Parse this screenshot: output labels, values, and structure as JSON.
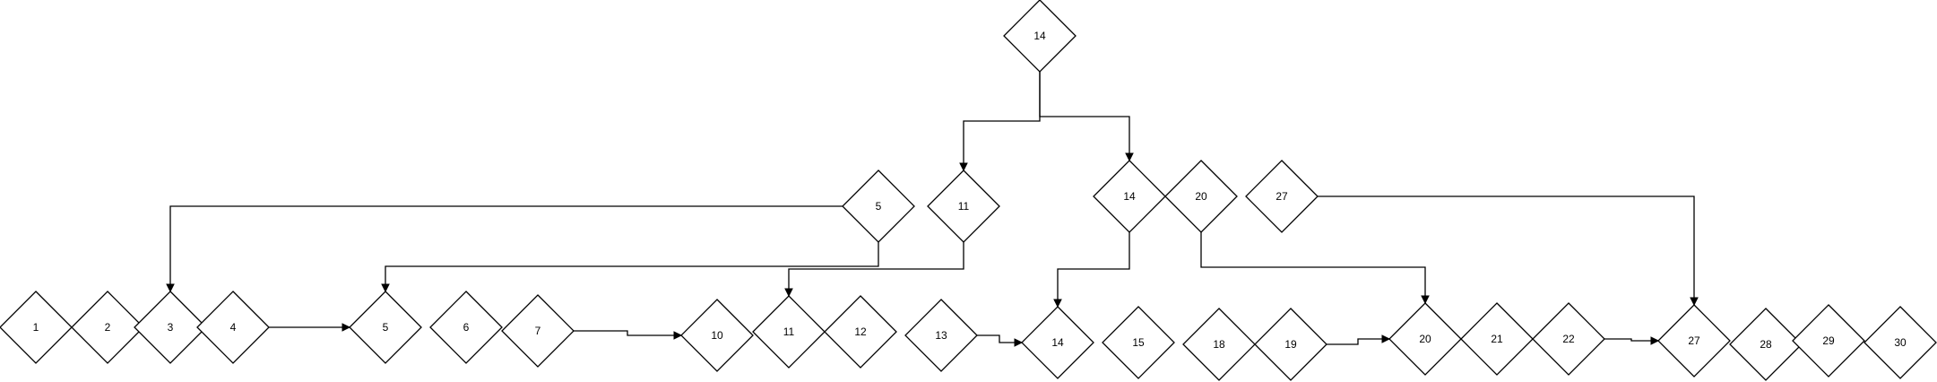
{
  "diagram": {
    "stroke_color": "#000000",
    "fill_color": "#ffffff",
    "nodes": [
      {
        "id": "top-14",
        "label": "14"
      },
      {
        "id": "mid-5",
        "label": "5"
      },
      {
        "id": "mid-11",
        "label": "11"
      },
      {
        "id": "mid-14",
        "label": "14"
      },
      {
        "id": "mid-20",
        "label": "20"
      },
      {
        "id": "mid-27",
        "label": "27"
      },
      {
        "id": "leaf-1",
        "label": "1"
      },
      {
        "id": "leaf-2",
        "label": "2"
      },
      {
        "id": "leaf-3",
        "label": "3"
      },
      {
        "id": "leaf-4",
        "label": "4"
      },
      {
        "id": "leaf-5",
        "label": "5"
      },
      {
        "id": "leaf-6",
        "label": "6"
      },
      {
        "id": "leaf-7",
        "label": "7"
      },
      {
        "id": "leaf-10",
        "label": "10"
      },
      {
        "id": "leaf-11",
        "label": "11"
      },
      {
        "id": "leaf-12",
        "label": "12"
      },
      {
        "id": "leaf-13",
        "label": "13"
      },
      {
        "id": "leaf-14",
        "label": "14"
      },
      {
        "id": "leaf-15",
        "label": "15"
      },
      {
        "id": "leaf-18",
        "label": "18"
      },
      {
        "id": "leaf-19",
        "label": "19"
      },
      {
        "id": "leaf-20",
        "label": "20"
      },
      {
        "id": "leaf-21",
        "label": "21"
      },
      {
        "id": "leaf-22",
        "label": "22"
      },
      {
        "id": "leaf-27",
        "label": "27"
      },
      {
        "id": "leaf-28",
        "label": "28"
      },
      {
        "id": "leaf-29",
        "label": "29"
      },
      {
        "id": "leaf-30",
        "label": "30"
      }
    ],
    "edges": [
      {
        "from": "top-14",
        "to": "mid-11"
      },
      {
        "from": "top-14",
        "to": "mid-14"
      },
      {
        "from": "mid-5",
        "to": "leaf-3"
      },
      {
        "from": "mid-5",
        "to": "leaf-5"
      },
      {
        "from": "mid-11",
        "to": "leaf-11"
      },
      {
        "from": "mid-14",
        "to": "leaf-14"
      },
      {
        "from": "mid-20",
        "to": "leaf-20"
      },
      {
        "from": "mid-27",
        "to": "leaf-27"
      },
      {
        "from": "leaf-4",
        "to": "leaf-5"
      },
      {
        "from": "leaf-7",
        "to": "leaf-10"
      },
      {
        "from": "leaf-13",
        "to": "leaf-14"
      },
      {
        "from": "leaf-19",
        "to": "leaf-20"
      },
      {
        "from": "leaf-22",
        "to": "leaf-27"
      }
    ]
  }
}
